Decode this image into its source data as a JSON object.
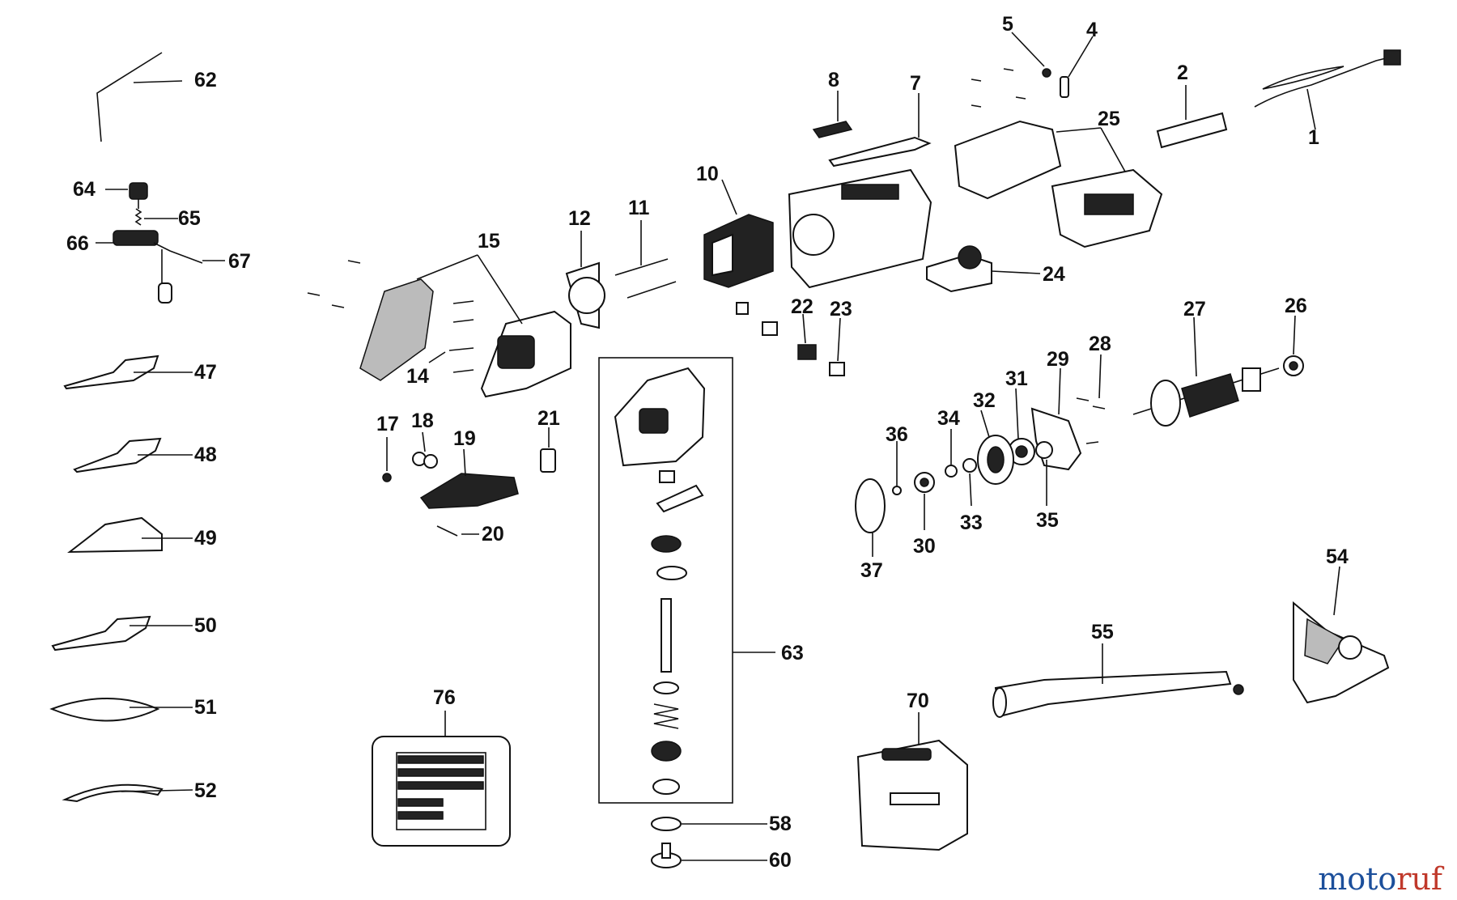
{
  "diagram": {
    "labels": [
      "62",
      "64",
      "65",
      "66",
      "67",
      "47",
      "48",
      "49",
      "50",
      "51",
      "52",
      "15",
      "12",
      "11",
      "10",
      "8",
      "7",
      "5",
      "4",
      "2",
      "1",
      "25",
      "24",
      "14",
      "17",
      "18",
      "19",
      "20",
      "21",
      "22",
      "23",
      "27",
      "26",
      "28",
      "29",
      "31",
      "32",
      "34",
      "36",
      "33",
      "35",
      "30",
      "37",
      "63",
      "58",
      "60",
      "76",
      "70",
      "55",
      "54"
    ]
  },
  "watermark": {
    "part1": "moto",
    "part2": "ruf"
  }
}
